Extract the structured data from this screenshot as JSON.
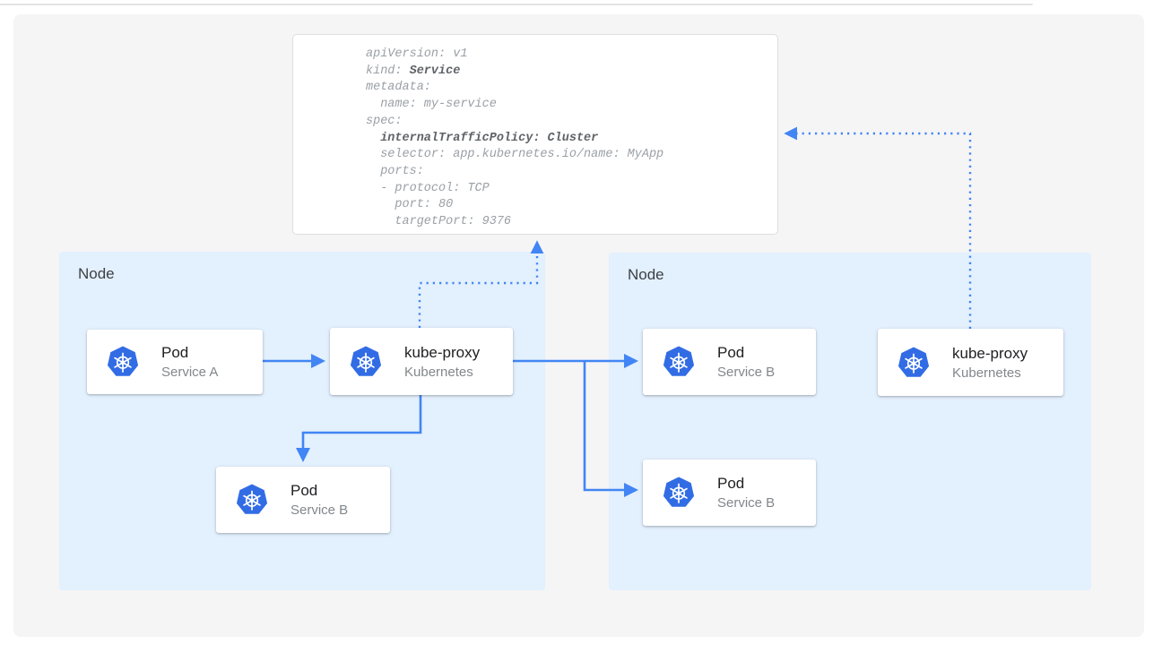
{
  "colors": {
    "arrow_blue": "#4285f4",
    "node_fill": "#e3f0fd",
    "kubernetes_blue": "#326ce5",
    "code_text_gray": "#9aa0a6",
    "code_text_bold": "#5f6368",
    "panel_gray": "#f5f5f6"
  },
  "code_block": {
    "lines": [
      {
        "pre": "apiVersion: v1"
      },
      {
        "pre": "kind: ",
        "bold": "Service"
      },
      {
        "pre": "metadata:"
      },
      {
        "pre": "  name: my-service"
      },
      {
        "pre": "spec:"
      },
      {
        "pre": "  ",
        "bold": "internalTrafficPolicy: Cluster"
      },
      {
        "pre": "  selector: app.kubernetes.io/name: MyApp"
      },
      {
        "pre": "  ports:"
      },
      {
        "pre": "  - protocol: TCP"
      },
      {
        "pre": "    port: 80"
      },
      {
        "pre": "    targetPort: 9376"
      }
    ]
  },
  "nodes": [
    {
      "label": "Node",
      "cards": [
        {
          "icon": "kubernetes-icon",
          "title": "Pod",
          "subtitle": "Service A"
        },
        {
          "icon": "kubernetes-icon",
          "title": "kube-proxy",
          "subtitle": "Kubernetes"
        },
        {
          "icon": "kubernetes-icon",
          "title": "Pod",
          "subtitle": "Service B"
        }
      ]
    },
    {
      "label": "Node",
      "cards": [
        {
          "icon": "kubernetes-icon",
          "title": "Pod",
          "subtitle": "Service B"
        },
        {
          "icon": "kubernetes-icon",
          "title": "Pod",
          "subtitle": "Service B"
        },
        {
          "icon": "kubernetes-icon",
          "title": "kube-proxy",
          "subtitle": "Kubernetes"
        }
      ]
    }
  ]
}
